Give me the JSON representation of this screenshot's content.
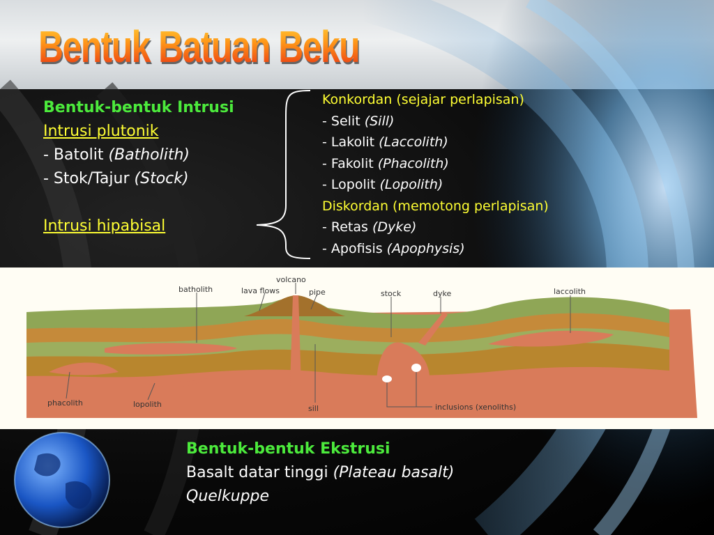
{
  "title": "Bentuk Batuan Beku",
  "intrusi": {
    "heading": "Bentuk-bentuk Intrusi",
    "plutonik_label": "Intrusi plutonik",
    "plutonik_items": [
      {
        "text": "- Batolit ",
        "italic": "(Batholith)"
      },
      {
        "text": "- Stok/Tajur ",
        "italic": "(Stock)"
      }
    ],
    "hipabisal_label": "Intrusi hipabisal"
  },
  "hipabisal_list": {
    "konkordan_label": "Konkordan (sejajar perlapisan)",
    "konkordan_items": [
      {
        "text": "- Selit ",
        "italic": "(Sill)"
      },
      {
        "text": "- Lakolit ",
        "italic": "(Laccolith)"
      },
      {
        "text": "- Fakolit ",
        "italic": "(Phacolith)"
      },
      {
        "text": "- Lopolit ",
        "italic": "(Lopolith)"
      }
    ],
    "diskordan_label": "Diskordan (memotong perlapisan)",
    "diskordan_items": [
      {
        "text": "- Retas ",
        "italic": "(Dyke)"
      },
      {
        "text": "- Apofisis ",
        "italic": "(Apophysis)"
      }
    ]
  },
  "diagram_labels": {
    "volcano": "volcano",
    "batholith": "batholith",
    "lava_flows": "lava flows",
    "pipe": "pipe",
    "stock": "stock",
    "dyke": "dyke",
    "laccolith": "laccolith",
    "phacolith": "phacolith",
    "lopolith": "lopolith",
    "sill": "sill",
    "inclusions": "inclusions (xenoliths)"
  },
  "ekstrusi": {
    "heading": "Bentuk-bentuk Ekstrusi",
    "line1_text": "Basalt datar tinggi ",
    "line1_italic": "(Plateau basalt)",
    "line2_italic": "Quelkuppe"
  },
  "colors": {
    "title_top": "#ffd23a",
    "title_bottom": "#e8290f",
    "heading_green": "#4cea3c",
    "accent_yellow": "#ffff33",
    "body_text": "#ffffff",
    "rock_red": "#d97b5a",
    "rock_brown": "#b8862e",
    "rock_green": "#8fa656"
  }
}
